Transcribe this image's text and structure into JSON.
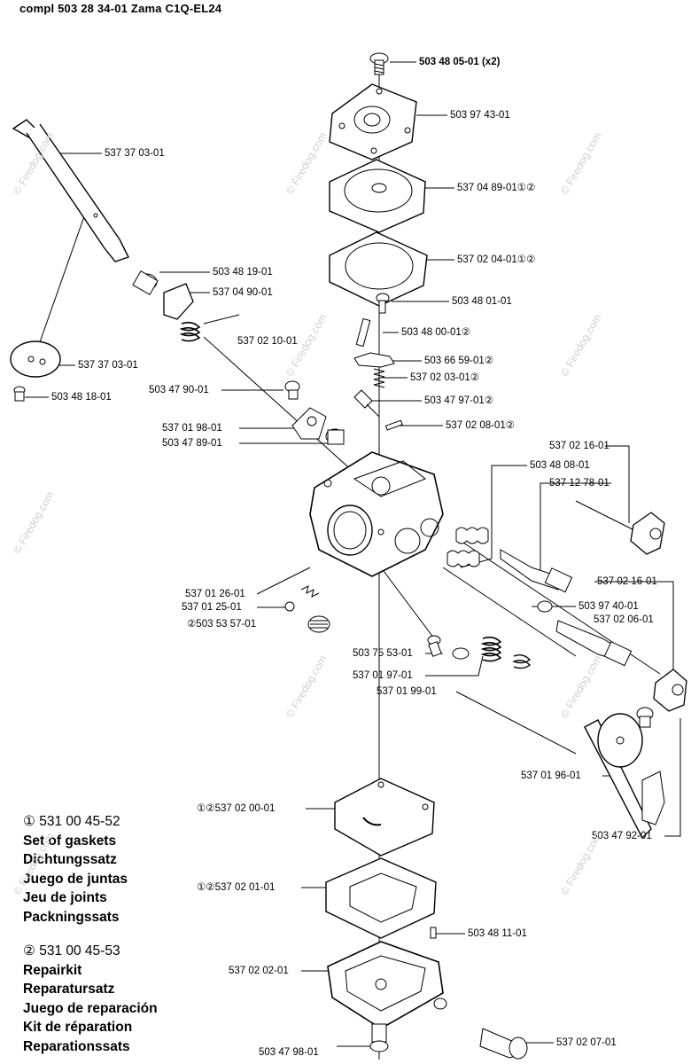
{
  "title": "compl 503 28 34-01 Zama C1Q-EL24",
  "labels": [
    "503 48 05-01 (x2)",
    "503 97 43-01",
    "537 04 89-01①②",
    "537 02 04-01①②",
    "503 48 01-01",
    "503 48 00-01②",
    "503 66 59-01②",
    "537 02 03-01②",
    "503 47 97-01②",
    "537 02 08-01②",
    "537 37 03-01",
    "503 48 19-01",
    "537 04 90-01",
    "537 02 10-01",
    "537 37 03-01",
    "503 48 18-01",
    "503 47 90-01",
    "537 01 98-01",
    "503 47 89-01",
    "503 48 08-01",
    "537 12 78-01",
    "537 02 16-01",
    "537 01 26-01",
    "537 01 25-01",
    "②503 53 57-01",
    "503 75 53-01",
    "537 02 16-01",
    "503 97 40-01",
    "537 02 06-01",
    "537 01 97-01",
    "537 01 99-01",
    "537 01 96-01",
    "503 47 92-01",
    "①②537 02 00-01",
    "①②537 02 01-01",
    "503 48 11-01",
    "537 02 02-01",
    "537 02 07-01",
    "503 47 98-01"
  ],
  "kit1": {
    "code": "① 531 00 45-52",
    "lines": [
      "Set of gaskets",
      "Dichtungssatz",
      "Juego de juntas",
      "Jeu de joints",
      "Packningssats"
    ]
  },
  "kit2": {
    "code": "② 531 00 45-53",
    "lines": [
      "Repairkit",
      "Reparatursatz",
      "Juego de reparación",
      "Kit de réparation",
      "Reparationssats"
    ]
  },
  "watermark": "© Firedog.com"
}
